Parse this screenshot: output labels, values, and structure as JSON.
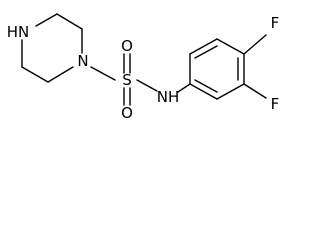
{
  "molecule": {
    "atoms": {
      "nh_piperazine": "HN",
      "n_piperazine": "N",
      "sulfur": "S",
      "oxygen_top": "O",
      "oxygen_bottom": "O",
      "nh_amide": "NH",
      "fluorine_4": "F",
      "fluorine_3": "F"
    }
  }
}
